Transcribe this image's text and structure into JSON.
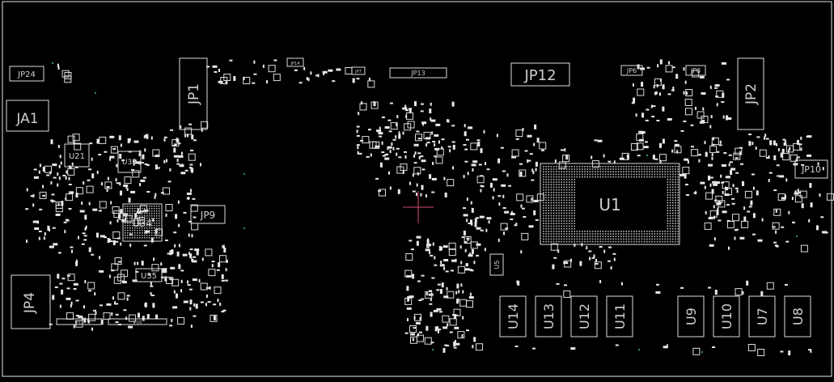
{
  "colors": {
    "background": "#000000",
    "outline": "#e6e6e6",
    "pad": "#e8e8e8",
    "marker": "#d04a6a",
    "teal": "#3fb3a6"
  },
  "labels": {
    "jp24": "JP24",
    "ja1": "JA1",
    "jp1": "JP1",
    "jp14": "JP14",
    "jp7": "JP7",
    "jp13": "JP13",
    "jp12": "JP12",
    "jp6": "JP6",
    "jp8": "JP8",
    "jp2": "JP2",
    "jp10": "JP10",
    "jp4": "JP4",
    "jp11": "JP11",
    "jp20": "JP20",
    "jp9": "JP9",
    "u21": "U21",
    "u36": "U36",
    "u34": "U34",
    "u35": "U35",
    "u1": "U1",
    "u5": "U5",
    "u14": "U14",
    "u13": "U13",
    "u12": "U12",
    "u11": "U11",
    "u9": "U9",
    "u10": "U10",
    "u7": "U7",
    "u8": "U8"
  }
}
